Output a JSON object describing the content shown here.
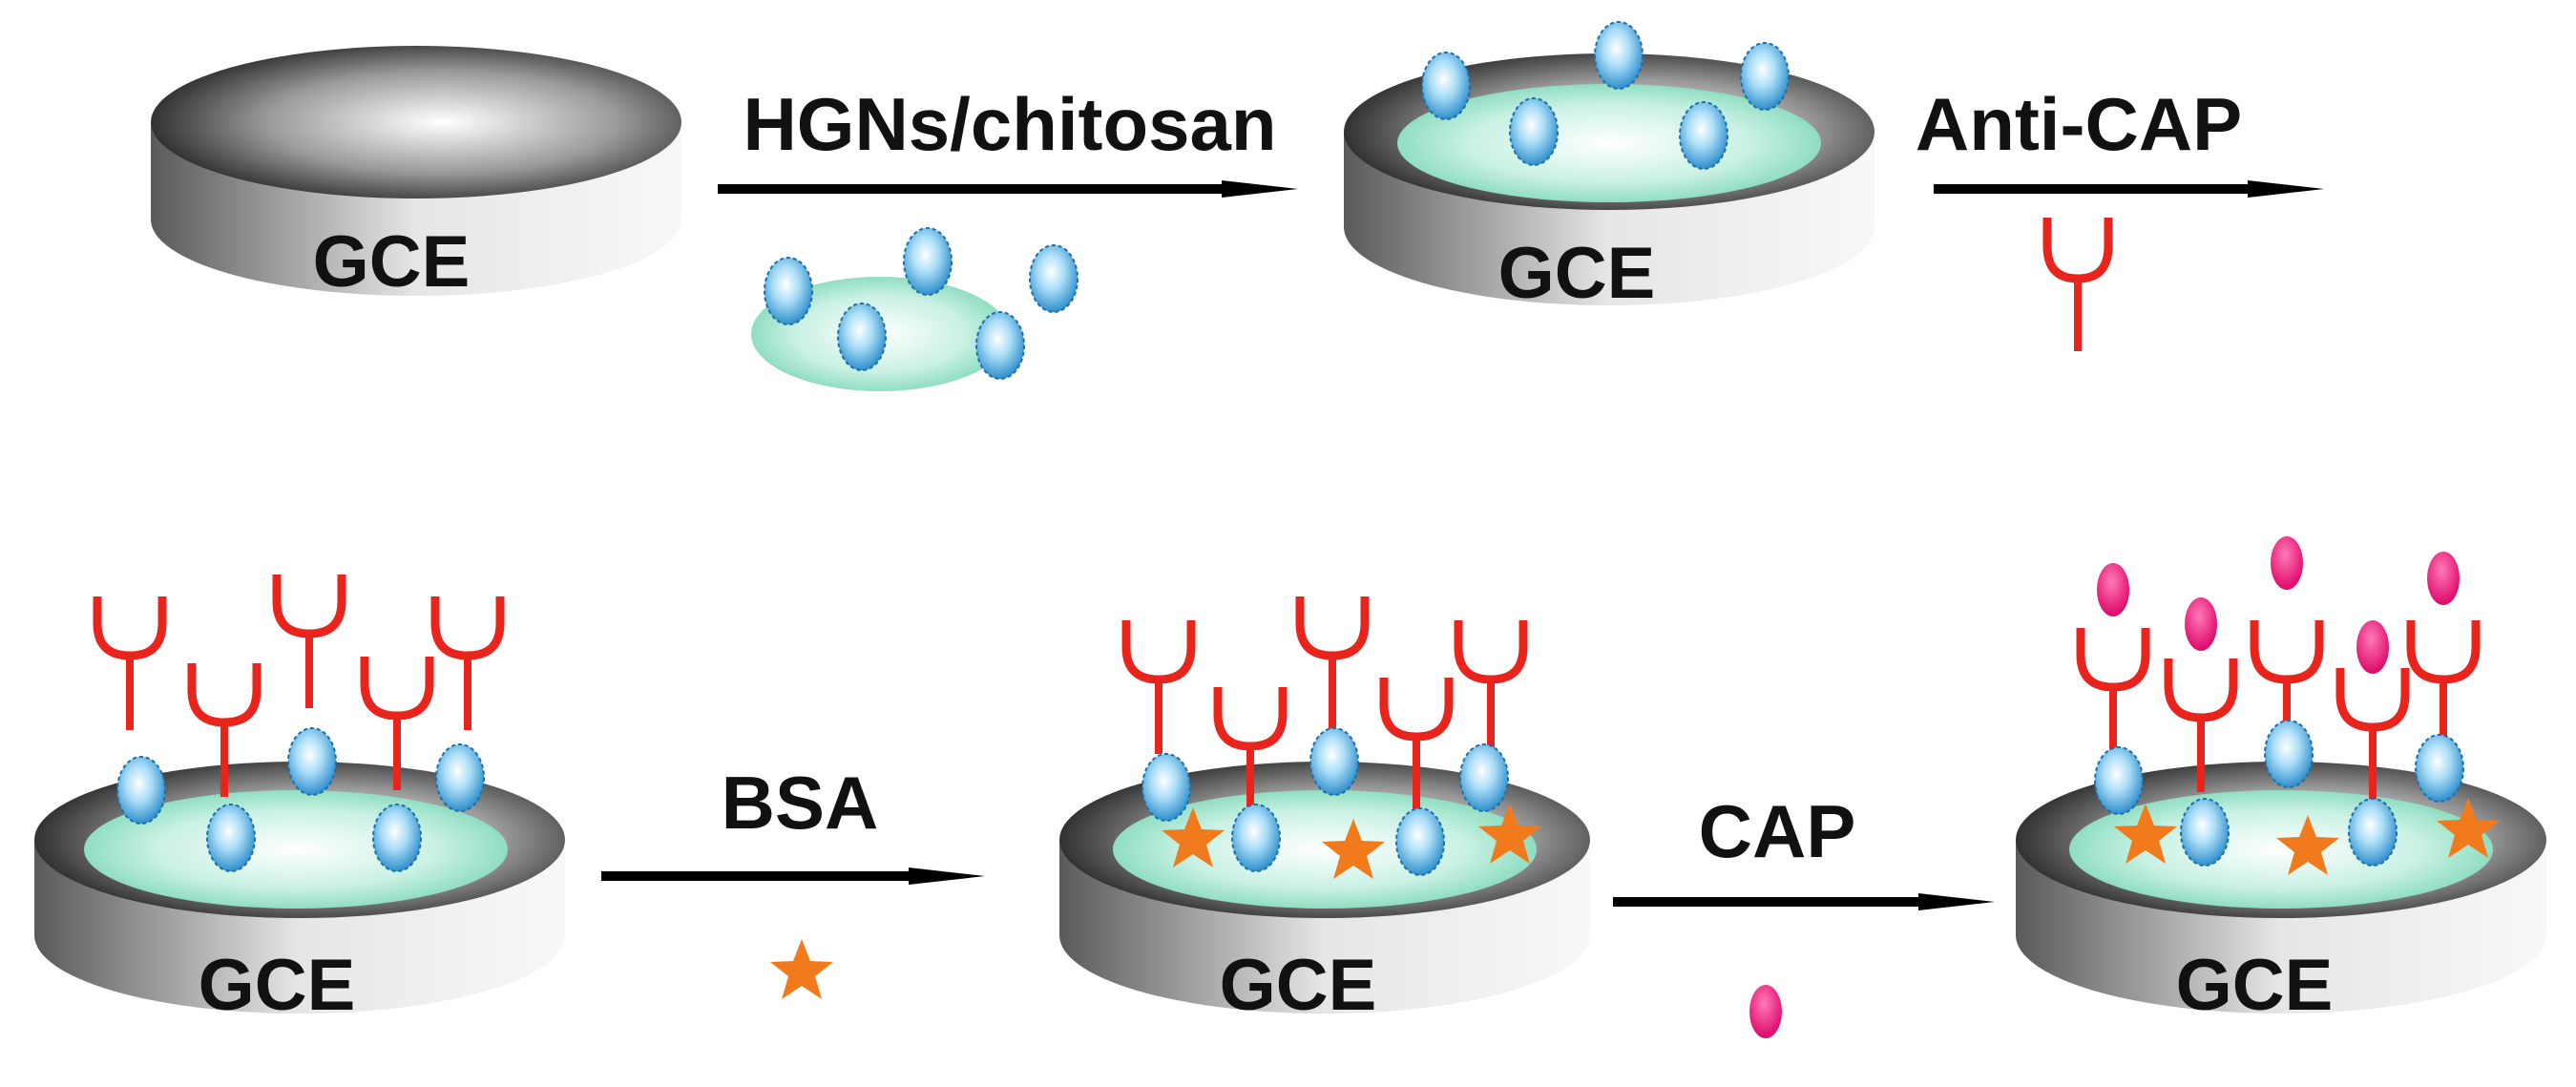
{
  "electrode_label": "GCE",
  "steps": {
    "step1": "HGNs/chitosan",
    "step2": "Anti-CAP",
    "step3": "BSA",
    "step4": "CAP"
  },
  "colors": {
    "disk_dark": "#2a2a2a",
    "disk_light": "#f2f2f2",
    "film": "#9fe3cc",
    "nanoparticle": "#7ec8f0",
    "nanoparticle_edge": "#1d6fa8",
    "antibody": "#e8241c",
    "bsa": "#f07a1c",
    "cap": "#e8157e",
    "arrow": "#000000"
  }
}
